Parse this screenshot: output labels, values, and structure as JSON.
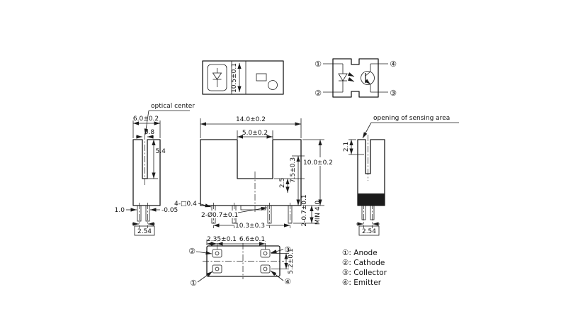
{
  "views": {
    "top": {
      "depth_dim": "10.5±0.1"
    },
    "schematic": {
      "pin1": "①",
      "pin2": "②",
      "pin3": "③",
      "pin4": "④"
    },
    "left": {
      "width": "6.0±0.2",
      "slot_width": "0.8",
      "slot_depth": "5.4",
      "pin_thickness": "1.0",
      "pin_tolerance": "-0.05",
      "pin_pitch": "2.54"
    },
    "front": {
      "width": "14.0±0.2",
      "slot_width": "5.0±0.2",
      "height": "10.0±0.2",
      "lower_height": "7.5±0.3",
      "upper_height": "2.5",
      "pin_square": "4-□0.4",
      "pin_diameter": "2-Ø0.7±0.1",
      "pin_span": "10.3±0.3",
      "pin_width": "2-0.7±0.1",
      "pin_length_min": "MIN 4.0"
    },
    "right": {
      "slot_offset": "2.1",
      "pin_pitch": "2.54"
    },
    "bottom": {
      "dim_left": "2.35±0.1",
      "dim_span": "6.6±0.1",
      "dim_height": "5.2±0.1",
      "pin1": "①",
      "pin2": "②",
      "pin3": "③",
      "pin4": "④"
    }
  },
  "annotations": {
    "optical_center": "optical center",
    "sensing_area": "opening of sensing area"
  },
  "legend": {
    "anode": "①: Anode",
    "cathode": "②: Cathode",
    "collector": "③: Collector",
    "emitter": "④: Emitter"
  }
}
